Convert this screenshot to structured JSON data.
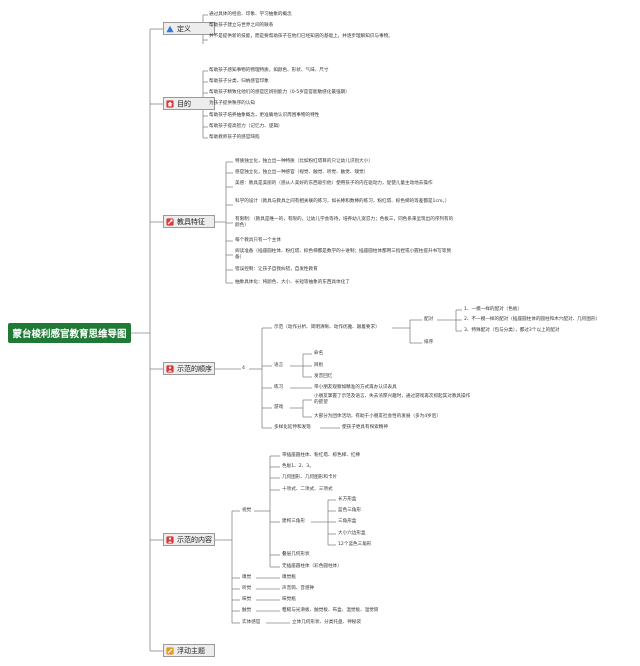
{
  "root": "蒙台梭利感官教育思维导图",
  "sections": [
    {
      "label": "定义",
      "icon": "triangle-icon",
      "color": "#2b7bd8"
    },
    {
      "label": "目的",
      "icon": "house-icon",
      "color": "#d63a3a"
    },
    {
      "label": "教具特征",
      "icon": "wrench-icon",
      "color": "#d63a3a"
    },
    {
      "label": "示范的顺序",
      "icon": "person-icon",
      "color": "#d63a3a"
    },
    {
      "label": "示范的内容",
      "icon": "person-icon",
      "color": "#d63a3a"
    },
    {
      "label": "浮动主题",
      "icon": "pencil-icon",
      "color": "#e49a1a"
    }
  ],
  "definition": [
    "通过具体的经验、印象、学习抽象的概念",
    "帮助孩子建立与世界之间的联系",
    "并不是提供新的技能，而是要帮助孩子在他们已经知道的基础上，并逐步理解知识与事物。"
  ],
  "purpose": [
    "帮助孩子感知事物的物理特质，如颜色、形状、气味、尺寸",
    "帮助孩子分类、归纳感官印象",
    "帮助孩子精致化他们的感官区辨别能力（0-5岁是官能敏感化最强期）",
    "为孩子提供秩序的认知",
    "帮助孩子培养抽象概念，更准确地认识周围事物的特性",
    "帮助孩子提高智力（记忆力、逻辑）",
    "帮助教师孩子的感官缺陷"
  ],
  "features": [
    "特质独立化，独立出一种特质（比如粉红塔目的只让幼儿识别大小）",
    "感官独立化，独立出一种感官（视觉、触觉、听觉、触觉、嗅觉）",
    "美感：教具是美丽的（感从人美好的东西吸引他）使用孩子的内在驱动力，促使儿童主动地去操作",
    "科学的设计（教具与教具之间有相关联的练习，如长棒和数棒的练习，粉红塔、棕色梯的等差都是1cm。）",
    "有限制：（教具是唯一的，有限的，让幼儿学会等待，培养幼儿宽忍力；色板三，同色系来呈现出的序列有的颜色）",
    "每个教具只有一个主体",
    "阅读准备（插座圆柱体、粉红塔、棕色梯都是数学的十进制；插座圆柱体都用三指捏或小握柱提升书写等预备）",
    "错误控制：让孩子自我纠错，自发性教育",
    "抽象具体化：将颜色、大小、长短等抽象的东西具体化了"
  ],
  "order": {
    "marker": "4",
    "demo": "示范（动作分析、简明清晰、动作优雅、跟着要求）",
    "pairing": "配对",
    "pairing_items": [
      "1、一模一样的配对（色板）",
      "2、不一模一样的配对（插座圆柱体的圆柱和木穴配对、几何图形）",
      "3、特殊配对（包与分类），都过3个以上的配对"
    ],
    "grading": "排序",
    "language": "语言",
    "language_items": [
      "命名",
      "辨别",
      "发音回忆"
    ],
    "practice": "练习",
    "practice_text": "带小朋友观察如精准的方式再办认识表具",
    "game": "游戏",
    "game_items": [
      "小朋友掌握了示范及语言，失去浓厚兴趣时，通过游戏再次抓起其对教具操作的欲望",
      "大部分为团体活动，有助于小朋友社会性的发展（多为4岁后）"
    ],
    "extension": "多样化延伸和发现",
    "extension_text": "使孩子更具有探索精神"
  },
  "content": {
    "visual": "视觉",
    "visual_items": [
      "带插座圆柱体、粉红塔、棕色梯、红棒",
      "色板1、2、3。",
      "几何图形、几何图形和卡片",
      "十项式、二项式、三项式"
    ],
    "triangles": "建构三角形",
    "triangle_items": [
      "长方形盒",
      "蓝色三角形",
      "三角形盒",
      "大小六边形盒",
      "12个蓝色三角形"
    ],
    "visual_extra": [
      "叠层几何形状",
      "无插座圆柱体（彩色圆柱体）"
    ],
    "smell": "嗅觉",
    "smell_item": "嗅觉瓶",
    "hearing": "听觉",
    "hearing_item": "声音筒、音感钟",
    "taste": "味觉",
    "taste_item": "味觉瓶",
    "touch": "触觉",
    "touch_item": "粗糙与光滑板、触觉板、布盒、温觉板、温觉筒",
    "stereo": "实体感官",
    "stereo_item": "立体几何形状、分类托盘、神秘袋"
  }
}
